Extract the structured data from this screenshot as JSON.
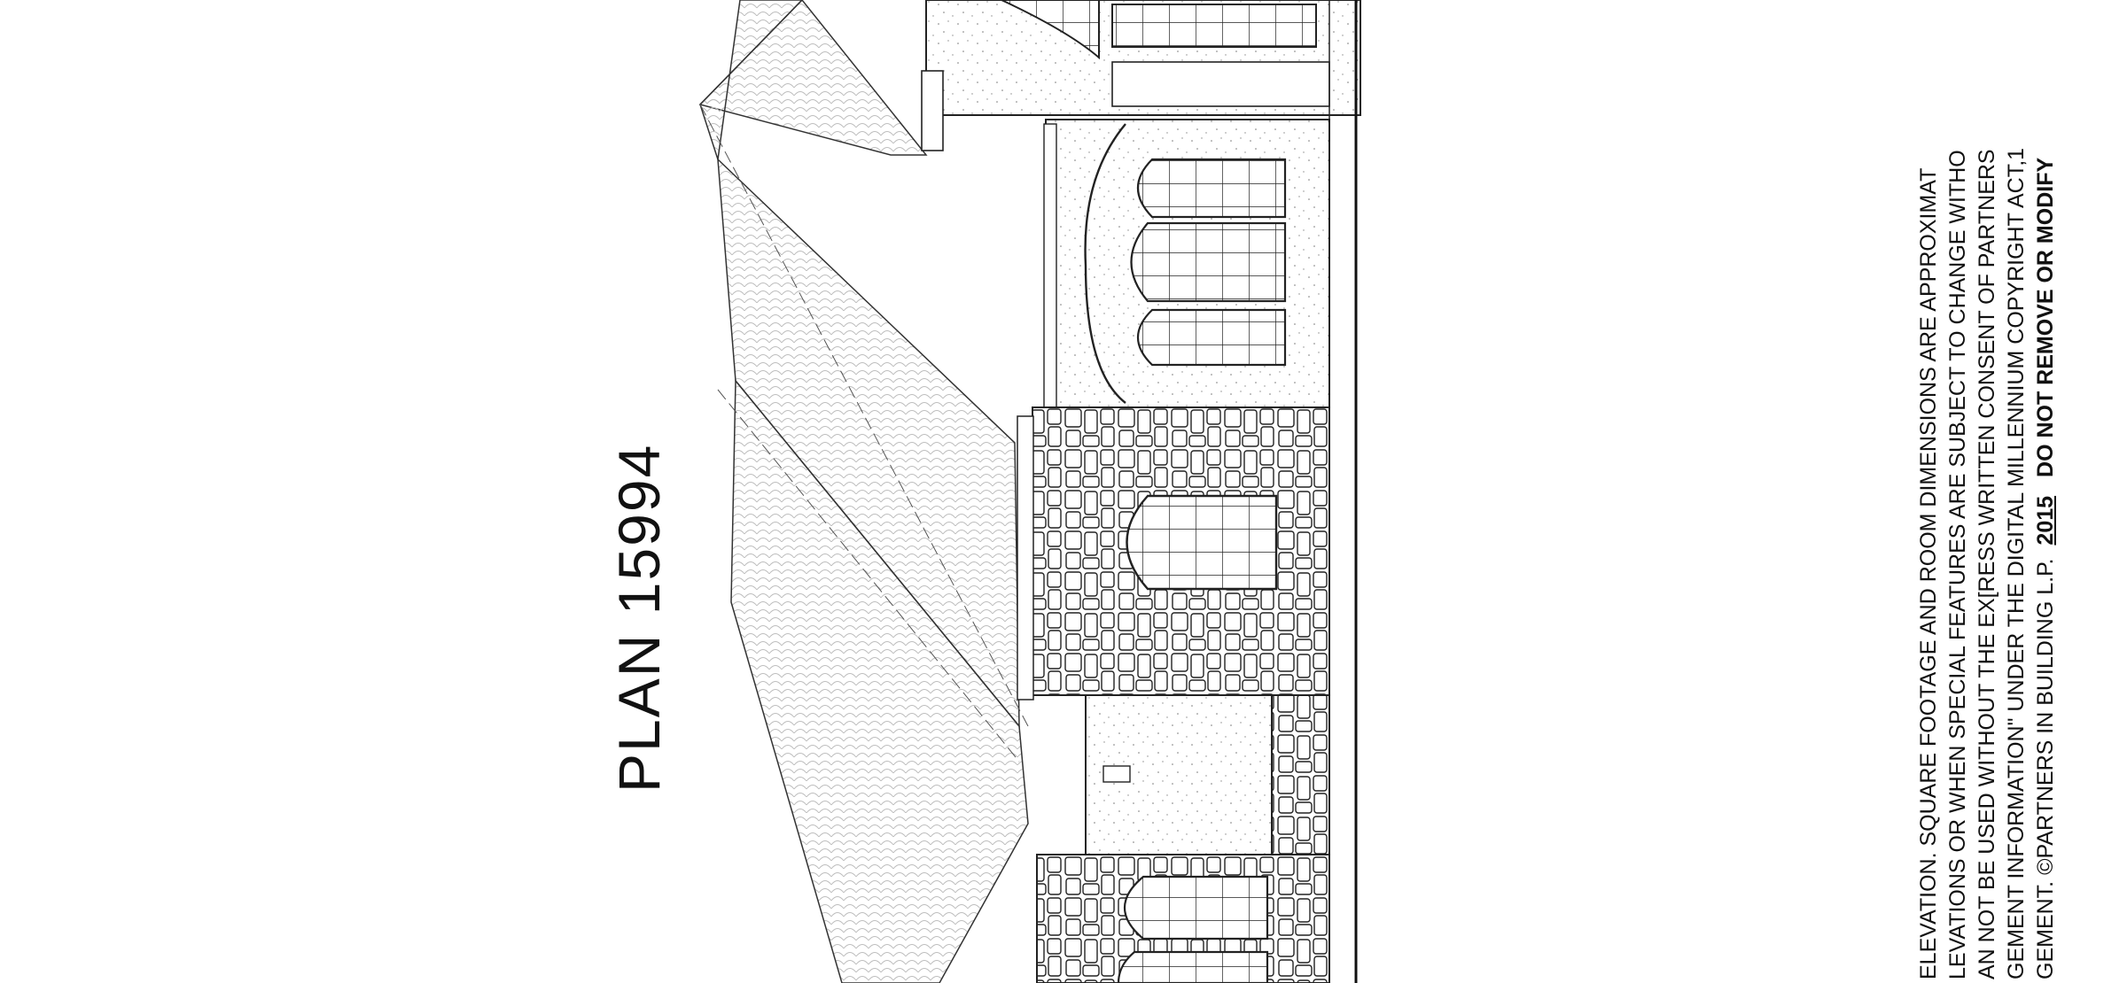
{
  "plan": {
    "title": "PLAN 15994"
  },
  "disclaimer": {
    "line1": "ELEVATION.  SQUARE FOOTAGE AND ROOM DIMENSIONS ARE APPROXIMAT",
    "line2": "LEVATIONS OR  WHEN SPECIAL FEATURES ARE SUBJECT TO CHANGE WITHO",
    "line3": "AN NOT BE USED WITHOUT THE EX[RESS WRITTEN CONSENT OF PARTNERS",
    "line4": "GEMENT INFORMATION\" UNDER THE DIGITAL MILLENNIUM COPYRIGHT ACT,1",
    "line5_pre": "GEMENT.  ©PARTNERS IN BUILDING L.P.",
    "line5_year": "2015",
    "line5_warning": "DO NOT REMOVE OR MODIFY"
  },
  "colors": {
    "ink": "#111111",
    "stone": "#f4f4f4",
    "roof": "#f7f7f7",
    "paper": "#ffffff"
  }
}
